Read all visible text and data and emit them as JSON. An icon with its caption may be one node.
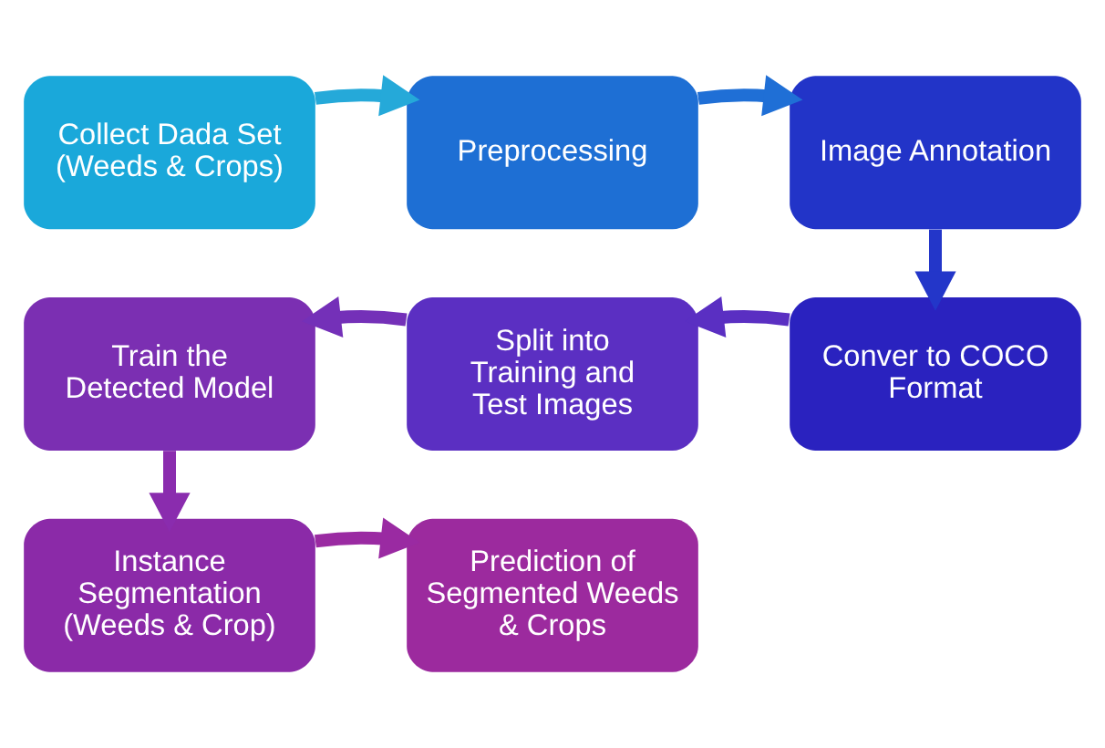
{
  "diagram": {
    "nodes": [
      {
        "text": [
          "Collect Dada Set",
          "(Weeds & Crops)"
        ]
      },
      {
        "text": [
          "Preprocessing"
        ]
      },
      {
        "text": [
          "Image Annotation"
        ]
      },
      {
        "text": [
          "Conver to COCO Format"
        ]
      },
      {
        "text": [
          "Split into Training and Test Images"
        ]
      },
      {
        "text": [
          "Train the Detected Model"
        ]
      },
      {
        "text": [
          "Instance Segmentation (Weeds & Crop)"
        ]
      },
      {
        "text": [
          "Prediction of Segmented Weeds & Crops"
        ]
      }
    ],
    "edges": [
      {
        "from": 0,
        "to": 1,
        "arrow": "to",
        "color": "#25a9d9"
      },
      {
        "from": 1,
        "to": 2,
        "arrow": "to",
        "color": "#1f6fd6"
      },
      {
        "from": 2,
        "to": 3,
        "arrow": "to",
        "color": "#2336c9"
      },
      {
        "from": 3,
        "to": 4,
        "arrow": "to",
        "color": "#5a2fc2"
      },
      {
        "from": 4,
        "to": 5,
        "arrow": "to",
        "color": "#7430b8"
      },
      {
        "from": 5,
        "to": 6,
        "arrow": "to",
        "color": "#8a2cae"
      },
      {
        "from": 6,
        "to": 7,
        "arrow": "to",
        "color": "#9a2aa2"
      }
    ]
  }
}
